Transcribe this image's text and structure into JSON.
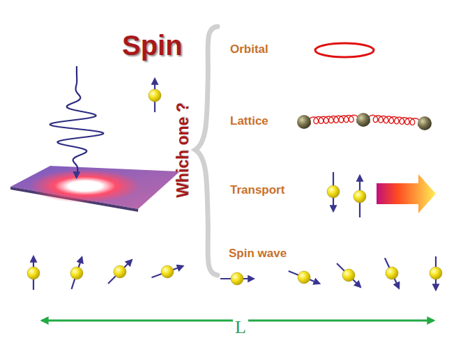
{
  "diagram": {
    "labels": [
      "Spin",
      "Which one ?",
      "Orbital",
      "Lattice",
      "Transport",
      "Spin wave",
      "L"
    ]
  }
}
